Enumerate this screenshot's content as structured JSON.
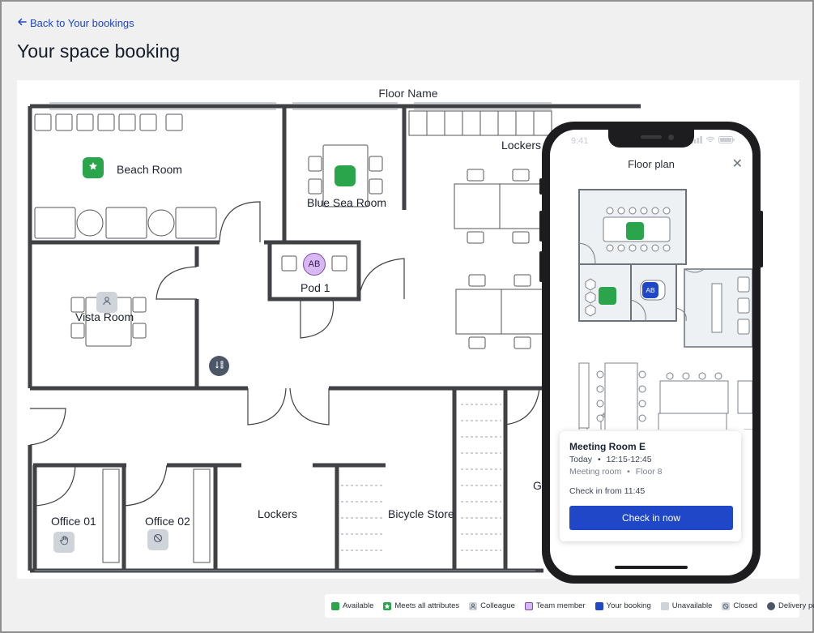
{
  "nav": {
    "back_label": "Back to Your bookings"
  },
  "page": {
    "title": "Your space booking"
  },
  "floor": {
    "name": "Floor Name",
    "rooms": {
      "beach_room": "Beach Room",
      "blue_sea_room": "Blue Sea Room",
      "lockers_top": "Lockers",
      "pod_1": "Pod 1",
      "vista_room": "Vista Room",
      "office_01": "Office 01",
      "office_02": "Office 02",
      "lockers_bottom": "Lockers",
      "bicycle_store": "Bicycle Store",
      "partial_room": "G"
    },
    "team_member_initials": "AB"
  },
  "phone": {
    "status_time": "9:41",
    "header_title": "Floor plan",
    "your_booking_initials": "AB",
    "booking_card": {
      "room_name": "Meeting Room E",
      "day": "Today",
      "time_range": "12:15-12:45",
      "space_type": "Meeting room",
      "floor": "Floor 8",
      "check_in_info": "Check in from 11:45",
      "check_in_button": "Check in now"
    }
  },
  "legend": {
    "available": "Available",
    "meets_all_attributes": "Meets all attributes",
    "colleague": "Colleague",
    "team_member": "Team member",
    "your_booking": "Your booking",
    "unavailable": "Unavailable",
    "closed": "Closed",
    "delivery_point": "Delivery point"
  },
  "colors": {
    "accent": "#1f47c7",
    "available": "#2aa54b",
    "team_member": "#d8b8f2",
    "your_booking": "#1f47c7",
    "unavailable": "#cfd3da",
    "wall": "#3f4145"
  }
}
